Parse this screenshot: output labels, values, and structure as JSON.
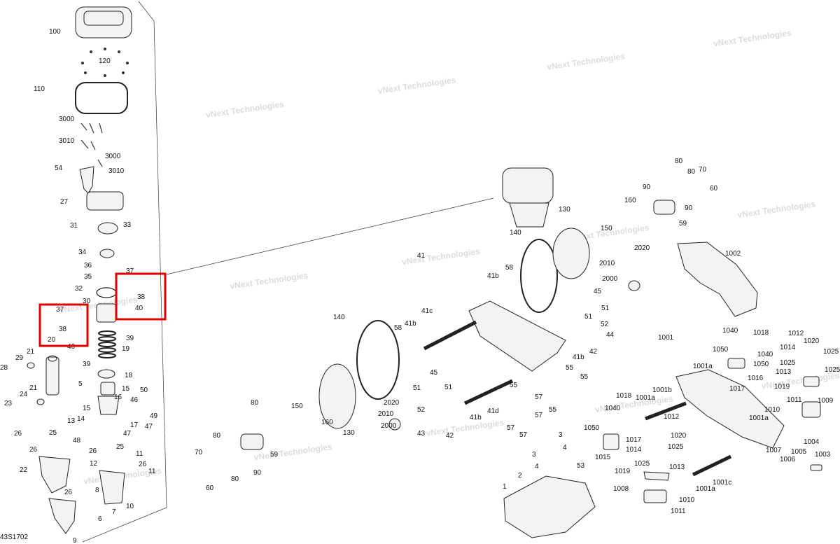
{
  "diagram_code": "43S1702",
  "watermark": {
    "line1": "vNext",
    "line2": "Technologies",
    "line1b": "vNext Technologies"
  },
  "highlight_color": "#e00000",
  "labels": {
    "l100": "100",
    "l120": "120",
    "l110": "110",
    "l3000a": "3000",
    "l3010a": "3010",
    "l3000b": "3000",
    "l3010b": "3010",
    "l54": "54",
    "l27": "27",
    "l31": "31",
    "l33": "33",
    "l34": "34",
    "l36": "36",
    "l35": "35",
    "l32": "32",
    "l30": "30",
    "l37a": "37",
    "l38a": "38",
    "l40a": "40",
    "l39a": "39",
    "l37b": "37",
    "l38b": "38",
    "l20": "20",
    "l40b": "40",
    "l39b": "39",
    "l19": "19",
    "l18": "18",
    "l5": "5",
    "l15a": "15",
    "l16": "16",
    "l50": "50",
    "l46": "46",
    "l49": "49",
    "l47a": "47",
    "l17": "17",
    "l47b": "47",
    "l15b": "15",
    "l14": "14",
    "l13": "13",
    "l48": "48",
    "l25a": "25",
    "l25b": "25",
    "l26a": "26",
    "l26b": "26",
    "l12": "12",
    "l11a": "11",
    "l26c": "26",
    "l11b": "11",
    "l22": "22",
    "l21a": "21",
    "l21b": "21",
    "l29": "29",
    "l28": "28",
    "l24": "24",
    "l23": "23",
    "l26d": "26",
    "l8": "8",
    "l10": "10",
    "l7": "7",
    "l6": "6",
    "l9": "9",
    "r41": "41",
    "r41b1": "41b",
    "r58a": "58",
    "r140a": "140",
    "r130a": "130",
    "r41c": "41c",
    "r41b2": "41b",
    "r58b": "58",
    "r140b": "140",
    "r45a": "45",
    "r51a": "51",
    "r51b": "51",
    "r52a": "52",
    "r44": "44",
    "r42a": "42",
    "r41b3": "41b",
    "r55a": "55",
    "r55b": "55",
    "r55c": "55",
    "r57a": "57",
    "r57b": "57",
    "r57c": "57",
    "r55d": "55",
    "r41d": "41d",
    "r41b4": "41b",
    "r45b": "45",
    "r51c": "51",
    "r51d": "51",
    "r52b": "52",
    "r43": "43",
    "r42b": "42",
    "r2020a": "2020",
    "r2010a": "2010",
    "r2000a": "2000",
    "r150a": "150",
    "r160a": "160",
    "r130b": "130",
    "r80a": "80",
    "r80b": "80",
    "r70a": "70",
    "r90a": "90",
    "r90b": "90",
    "r60a": "60",
    "r59a": "59",
    "r80c": "80",
    "r70b": "70",
    "r80d": "80",
    "r90c": "90",
    "r60b": "60",
    "r59b": "59",
    "r160b": "160",
    "r150b": "150",
    "r2020b": "2020",
    "r2010b": "2010",
    "r2000b": "2000",
    "r3a": "3",
    "r4a": "4",
    "r3b": "3",
    "r4b": "4",
    "r53": "53",
    "r2": "2",
    "r1": "1",
    "r1002": "1002",
    "r1001": "1001",
    "r1040a": "1040",
    "r1018a": "1018",
    "r1050a": "1050",
    "r1040b": "1040",
    "r1050b": "1050",
    "r1016": "1016",
    "r1012a": "1012",
    "r1020a": "1020",
    "r1014a": "1014",
    "r1025a": "1025",
    "r1013a": "1013",
    "r1025b": "1025",
    "r1019a": "1019",
    "r1001a1": "1001a",
    "r1017a": "1017",
    "r1018b": "1018",
    "r1001b": "1001b",
    "r1001a2": "1001a",
    "r1040c": "1040",
    "r1050c": "1050",
    "r1017b": "1017",
    "r1012b": "1012",
    "r1020b": "1020",
    "r1014b": "1014",
    "r1025c": "1025",
    "r1013b": "1013",
    "r1025d": "1025",
    "r1019b": "1019",
    "r1015": "1015",
    "r1011": "1011",
    "r1009": "1009",
    "r1010a": "1010",
    "r1001a3": "1001a",
    "r1004": "1004",
    "r1007": "1007",
    "r1006": "1006",
    "r1005": "1005",
    "r1003": "1003",
    "r1001c": "1001c",
    "r1001a4": "1001a",
    "r1010b": "1010",
    "r1008": "1008",
    "r1011b": "1011"
  }
}
